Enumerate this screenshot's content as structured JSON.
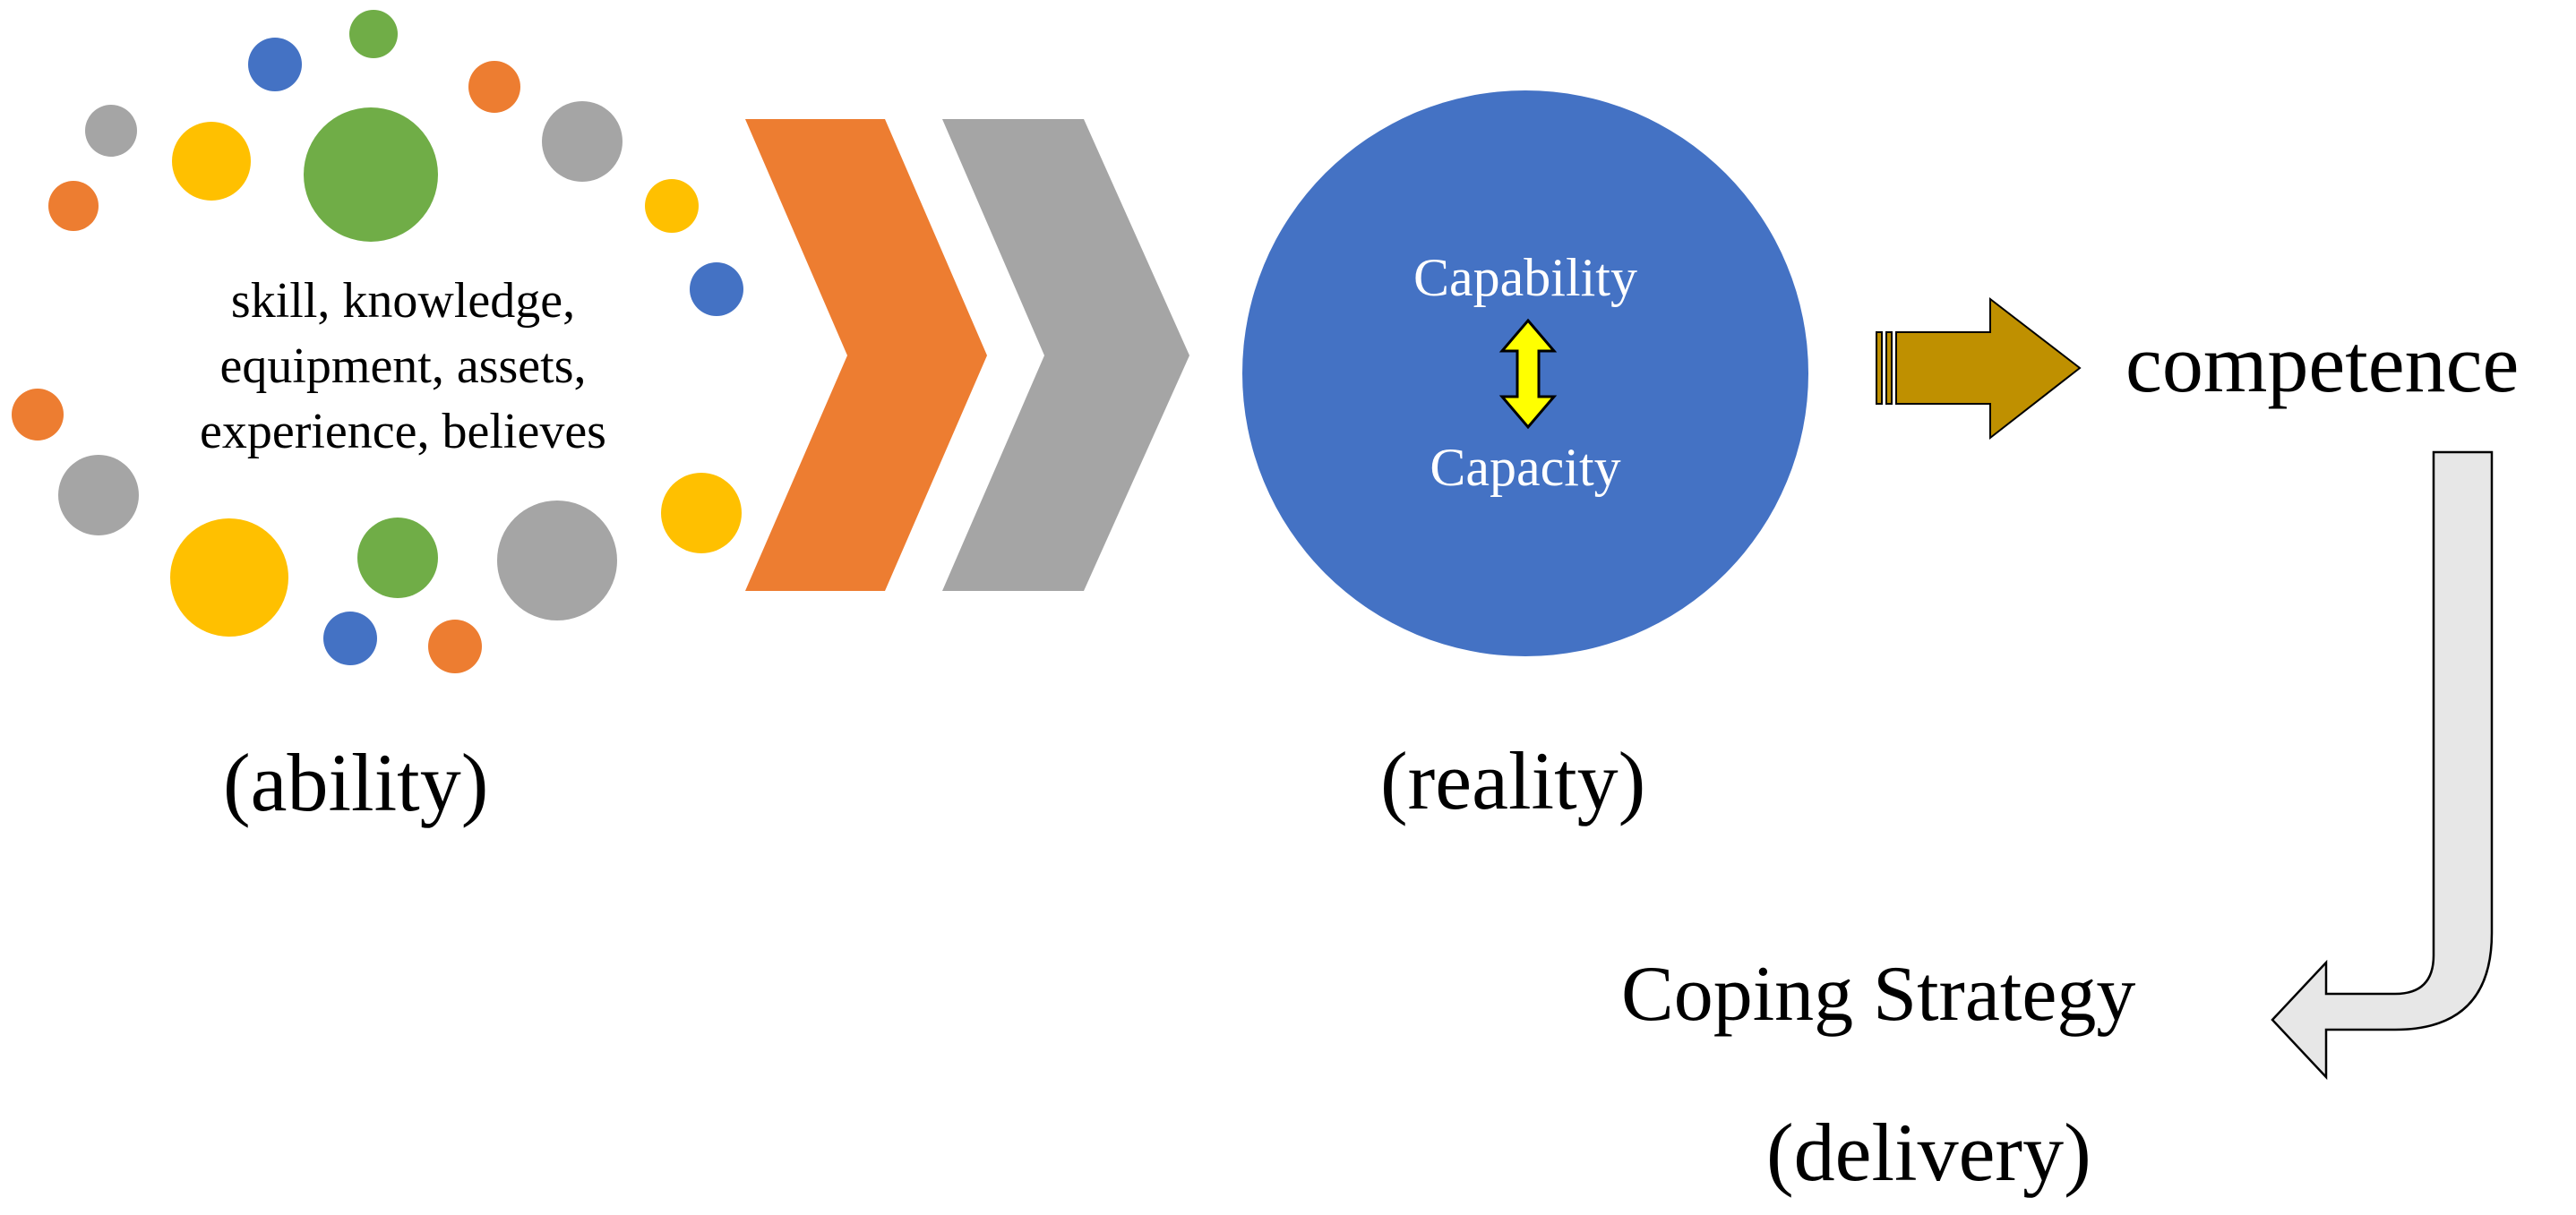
{
  "ability": {
    "terms": [
      "skill, knowledge,",
      "equipment, assets,",
      "experience, believes"
    ],
    "label": "(ability)"
  },
  "reality": {
    "circle_top": "Capability",
    "circle_bottom": "Capacity",
    "label": "(reality)"
  },
  "output": {
    "competence": "competence",
    "coping_strategy": "Coping Strategy",
    "delivery": "(delivery)"
  },
  "colors": {
    "orange": "#ED7D31",
    "gray": "#A5A5A5",
    "yellow": "#FFC000",
    "green": "#70AD47",
    "blue": "#4472C4",
    "gold_arrow": "#BF9000",
    "double_arrow": "#FFFF00",
    "return_arrow": "#E7E7E7"
  },
  "dots": [
    {
      "color": "green",
      "icon": "dot-icon"
    },
    {
      "color": "blue",
      "icon": "dot-icon"
    },
    {
      "color": "orange",
      "icon": "dot-icon"
    },
    {
      "color": "gray",
      "icon": "dot-icon"
    },
    {
      "color": "yellow",
      "icon": "dot-icon"
    },
    {
      "color": "green",
      "icon": "dot-icon"
    },
    {
      "color": "gray",
      "icon": "dot-icon"
    },
    {
      "color": "orange",
      "icon": "dot-icon"
    },
    {
      "color": "yellow",
      "icon": "dot-icon"
    },
    {
      "color": "blue",
      "icon": "dot-icon"
    },
    {
      "color": "orange",
      "icon": "dot-icon"
    },
    {
      "color": "gray",
      "icon": "dot-icon"
    },
    {
      "color": "yellow",
      "icon": "dot-icon"
    },
    {
      "color": "yellow",
      "icon": "dot-icon"
    },
    {
      "color": "green",
      "icon": "dot-icon"
    },
    {
      "color": "gray",
      "icon": "dot-icon"
    },
    {
      "color": "blue",
      "icon": "dot-icon"
    },
    {
      "color": "orange",
      "icon": "dot-icon"
    }
  ]
}
